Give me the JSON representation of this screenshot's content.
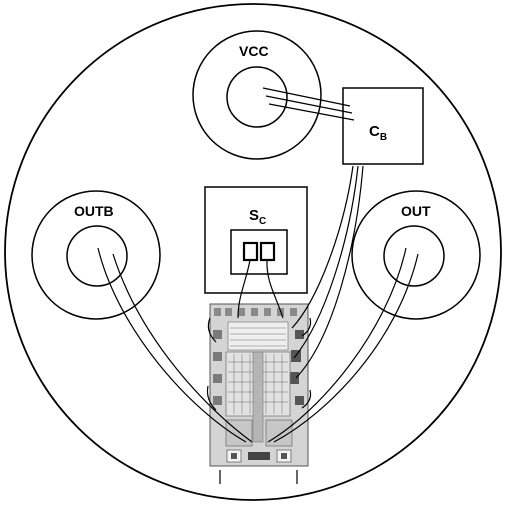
{
  "labels": {
    "vcc": "VCC",
    "outb": "OUTB",
    "out": "OUT",
    "cb_main": "C",
    "cb_sub": "B",
    "sc_main": "S",
    "sc_sub": "C"
  },
  "colors": {
    "stroke": "#000000",
    "background": "#ffffff",
    "chip_fill": "#d4d4d4",
    "chip_dark": "#6e6e6e",
    "chip_light": "#efefef"
  }
}
